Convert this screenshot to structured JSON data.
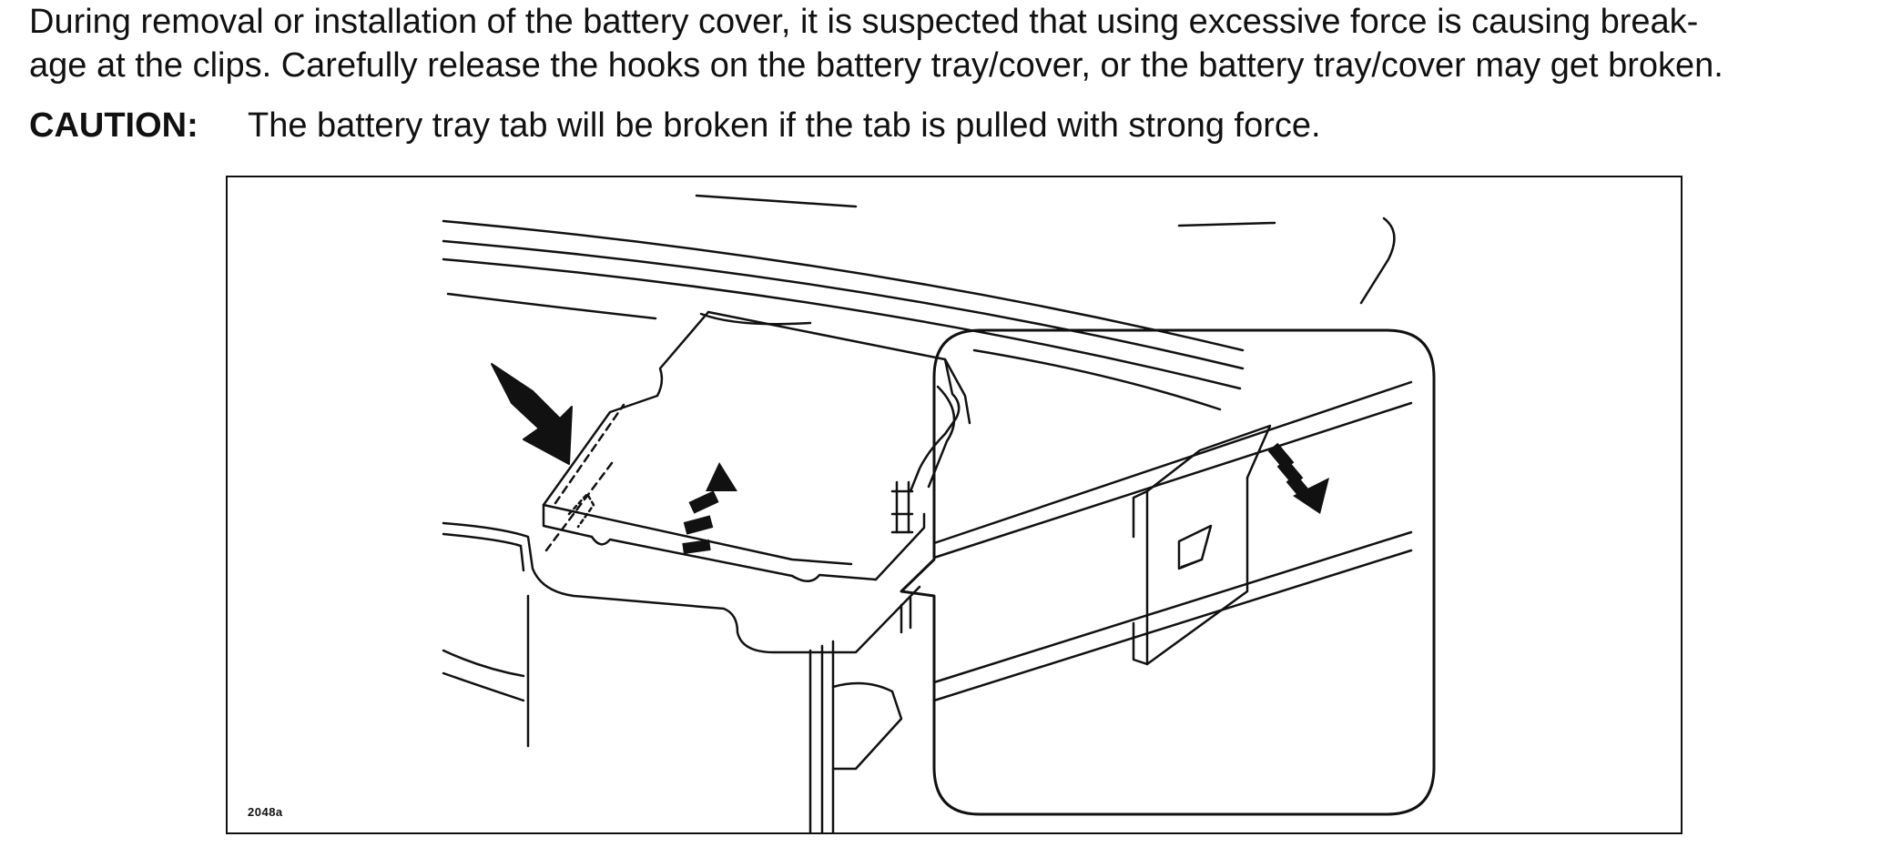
{
  "paragraph": {
    "line1": "During removal or installation of the battery cover, it is suspected that using excessive force is causing break-",
    "line2": "age at the clips. Carefully release the hooks on the battery tray/cover, or the battery tray/cover may get broken."
  },
  "caution": {
    "label": "CAUTION:",
    "text": "The battery tray tab will be broken if the tab is pulled with strong force."
  },
  "figure": {
    "code": "2048a",
    "icons": [
      "pointer-arrow-icon",
      "lift-arrow-icon",
      "pull-arrow-icon"
    ]
  }
}
